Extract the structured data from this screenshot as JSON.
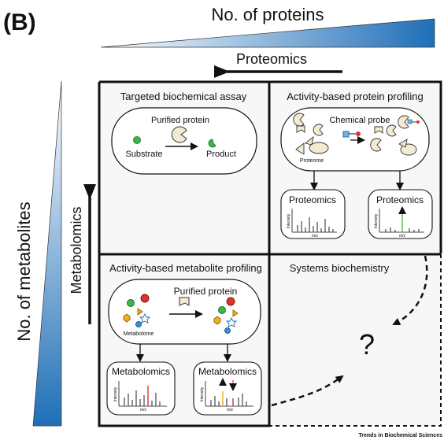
{
  "figure": {
    "panel_label": "(B)",
    "source": "Trends in Biochemical Sciences"
  },
  "axes": {
    "x_title": "No. of proteins",
    "x_arrow_label": "Proteomics",
    "y_title": "No. of metabolites",
    "y_arrow_label": "Metabolomics"
  },
  "quadrants": {
    "top_left": {
      "title": "Targeted biochemical assay",
      "enzyme_label": "Purified protein",
      "substrate_label": "Substrate",
      "product_label": "Product"
    },
    "top_right": {
      "title": "Activity-based protein profiling",
      "probe_label": "Chemical probe",
      "proteome_label": "Proteome",
      "spectrum_left": {
        "title": "Proteomics",
        "ylabel": "Intensity",
        "xlabel": "m/z"
      },
      "spectrum_right": {
        "title": "Proteomics",
        "ylabel": "Intensity",
        "xlabel": "m/z"
      }
    },
    "bottom_left": {
      "title": "Activity-based metabolite profiling",
      "enzyme_label": "Purified protein",
      "metabolome_label": "Metabolome",
      "spectrum_left": {
        "title": "Metabolomics",
        "ylabel": "Intensity",
        "xlabel": "m/z"
      },
      "spectrum_right": {
        "title": "Metabolomics",
        "ylabel": "Intensity",
        "xlabel": "m/z"
      }
    },
    "bottom_right": {
      "title": "Systems biochemistry",
      "unknown_mark": "?"
    }
  },
  "colors": {
    "gradient_blue": "#1f6fb8",
    "highlight_green": "#3cb44b",
    "highlight_red": "#e0312b",
    "highlight_yellow": "#f2b01e",
    "enzyme_fill": "#f3ead2"
  }
}
